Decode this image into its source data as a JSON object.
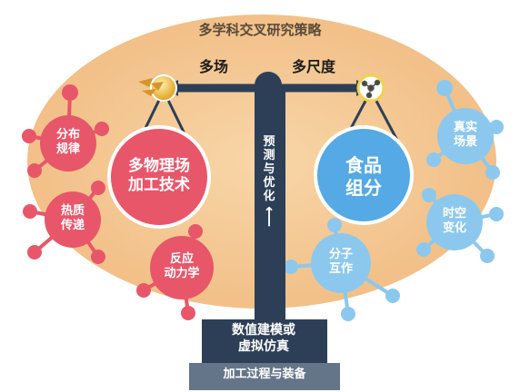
{
  "title": "多学科交叉研究策略",
  "beam": {
    "left_label": "多场",
    "right_label": "多尺度"
  },
  "left_pan": {
    "line1": "多物理场",
    "line2": "加工技术"
  },
  "right_pan": {
    "line1": "食品",
    "line2": "组分"
  },
  "left_nodes": [
    {
      "line1": "分布",
      "line2": "规律"
    },
    {
      "line1": "热质",
      "line2": "传递"
    },
    {
      "line1": "反应",
      "line2": "动力学"
    }
  ],
  "right_nodes": [
    {
      "line1": "真实",
      "line2": "场景"
    },
    {
      "line1": "时空",
      "line2": "变化"
    },
    {
      "line1": "分子",
      "line2": "互作"
    }
  ],
  "pillar": {
    "chars": [
      "预",
      "测",
      "与",
      "优",
      "化"
    ],
    "arrow": "⟵"
  },
  "base": {
    "line1": "数值建模或",
    "line2": "虚拟仿真",
    "bottom": "加工过程与装备"
  },
  "colors": {
    "ellipse": "#f5c58e",
    "red": "#e8566a",
    "blue": "#55a9e4",
    "light_blue": "#8cc8ee",
    "navy": "#2d3f57"
  }
}
